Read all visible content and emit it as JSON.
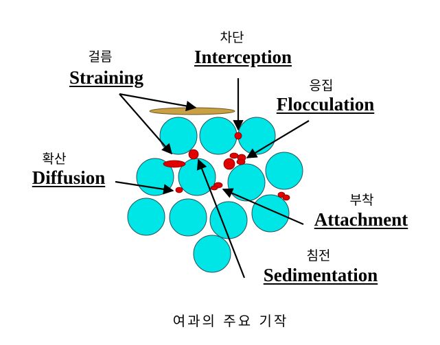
{
  "mechanisms": {
    "interception": {
      "ko": "차단",
      "en": "Interception"
    },
    "straining": {
      "ko": "걸름",
      "en": "Straining"
    },
    "flocculation": {
      "ko": "응집",
      "en": "Flocculation"
    },
    "diffusion": {
      "ko": "확산",
      "en": "Diffusion"
    },
    "attachment": {
      "ko": "부착",
      "en": "Attachment"
    },
    "sedimentation": {
      "ko": "침전",
      "en": "Sedimentation"
    }
  },
  "caption": "여과의 주요 기작",
  "colors": {
    "grain_fill": "#00E6E6",
    "grain_stroke": "#2a4f5a",
    "particle": "#E00000",
    "particle_stroke": "#7a0000",
    "floating_particle": "#C9A043",
    "arrow": "#000000"
  }
}
